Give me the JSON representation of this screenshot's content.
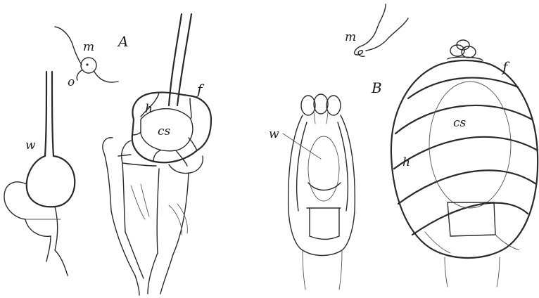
{
  "labels": {
    "A": "A",
    "B": "B",
    "m_left": "m",
    "o_left": "o",
    "w_left": "w",
    "h_left": "h",
    "f_left": "f",
    "cs_left": "cs",
    "m_right": "m",
    "w_right": "w",
    "h_right": "h",
    "f_right": "f",
    "cs_right": "cs"
  }
}
